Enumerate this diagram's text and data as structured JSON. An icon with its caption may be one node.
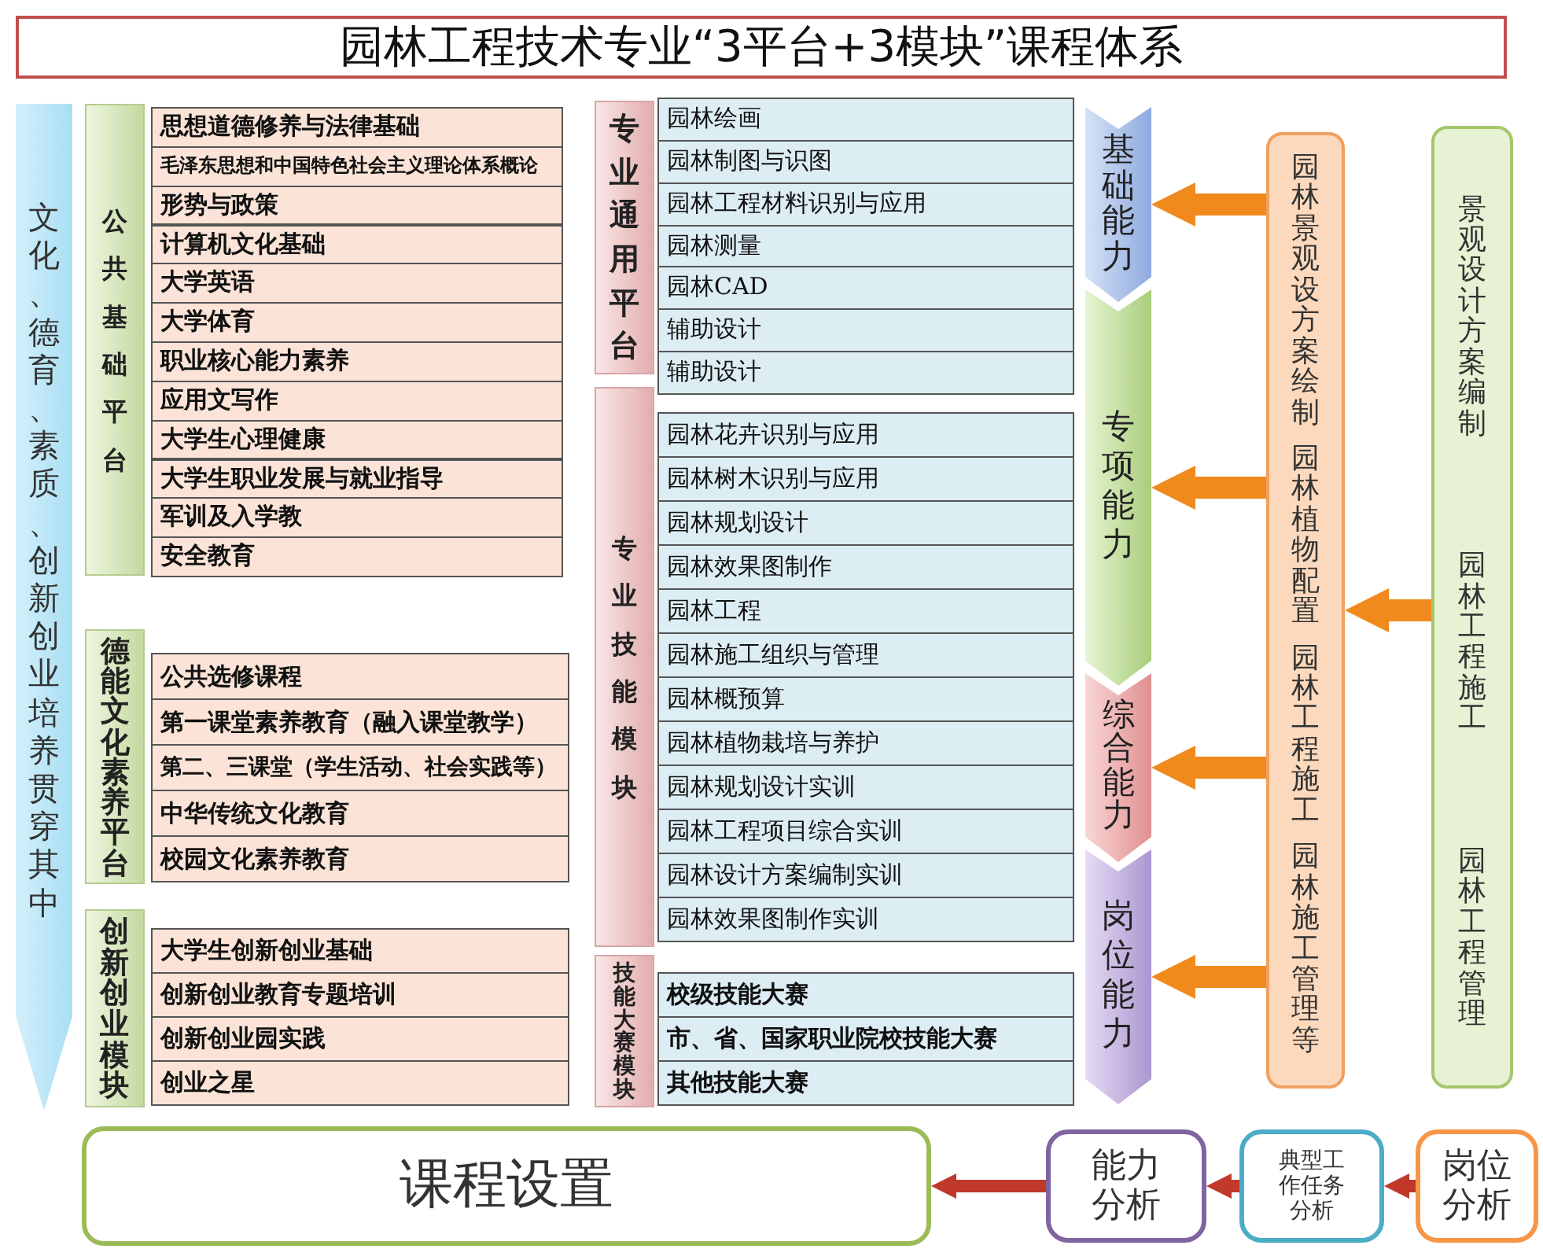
{
  "diagram": {
    "title": "园林工程技术专业“3平台+3模块”课程体系",
    "nodes": [
      {
        "text": [
          "文化、德育、素质、创新创业培养贯穿其中"
        ]
      },
      {
        "text": [
          "公共基础平台"
        ]
      },
      {
        "text": [
          "思想道德修养与法律基础"
        ]
      },
      {
        "text": [
          "毛泽东思想和中国特色社会主义理论体系概论"
        ]
      },
      {
        "text": [
          "形势与政策"
        ]
      },
      {
        "text": [
          "计算机文化基础"
        ]
      },
      {
        "text": [
          "大学英语"
        ]
      },
      {
        "text": [
          "大学体育"
        ]
      },
      {
        "text": [
          "职业核心能力素养"
        ]
      },
      {
        "text": [
          "应用文写作"
        ]
      },
      {
        "text": [
          "大学生心理健康"
        ]
      },
      {
        "text": [
          "大学生职业发展与就业指导"
        ]
      },
      {
        "text": [
          "军训及入学教"
        ]
      },
      {
        "text": [
          "安全教育"
        ]
      },
      {
        "text": [
          "德能文化素养平台"
        ]
      },
      {
        "text": [
          "公共选修课程"
        ]
      },
      {
        "text": [
          "第一课堂素养教育（融入课堂教学）"
        ]
      },
      {
        "text": [
          "第二、三课堂（学生活动、社会实践等）"
        ]
      },
      {
        "text": [
          "中华传统文化教育"
        ]
      },
      {
        "text": [
          "校园文化素养教育"
        ]
      },
      {
        "text": [
          "创新创业模块"
        ]
      },
      {
        "text": [
          "大学生创新创业基础"
        ]
      },
      {
        "text": [
          "创新创业教育专题培训"
        ]
      },
      {
        "text": [
          "创新创业园实践"
        ]
      },
      {
        "text": [
          "创业之星"
        ]
      },
      {
        "text": [
          "专业通用平台"
        ]
      },
      {
        "text": [
          "园林绘画"
        ]
      },
      {
        "text": [
          "园林制图与识图"
        ]
      },
      {
        "text": [
          "园林工程材料识别与应用"
        ]
      },
      {
        "text": [
          "园林测量"
        ]
      },
      {
        "text": [
          "园林CAD"
        ]
      },
      {
        "text": [
          "辅助设计"
        ]
      },
      {
        "text": [
          "辅助设计"
        ]
      },
      {
        "text": [
          "专业技能模块"
        ]
      },
      {
        "text": [
          "园林花卉识别与应用"
        ]
      },
      {
        "text": [
          "园林树木识别与应用"
        ]
      },
      {
        "text": [
          "园林规划设计"
        ]
      },
      {
        "text": [
          "园林效果图制作"
        ]
      },
      {
        "text": [
          "园林工程"
        ]
      },
      {
        "text": [
          "园林施工组织与管理"
        ]
      },
      {
        "text": [
          "园林概预算"
        ]
      },
      {
        "text": [
          "园林植物栽培与养护"
        ]
      },
      {
        "text": [
          "园林规划设计实训"
        ]
      },
      {
        "text": [
          "园林工程项目综合实训"
        ]
      },
      {
        "text": [
          "园林设计方案编制实训"
        ]
      },
      {
        "text": [
          "园林效果图制作实训"
        ]
      },
      {
        "text": [
          "技能大赛模块"
        ]
      },
      {
        "text": [
          "校级技能大赛"
        ]
      },
      {
        "text": [
          "市、省、国家职业院校技能大赛"
        ]
      },
      {
        "text": [
          "其他技能大赛"
        ]
      },
      {
        "text": [
          "基础能力"
        ]
      },
      {
        "text": [
          "专项能力"
        ]
      },
      {
        "text": [
          "综合能力"
        ]
      },
      {
        "text": [
          "岗位能力"
        ]
      },
      {
        "text": [
          "园林景观设方案绘制",
          "园林植物配置",
          "园林工程施工",
          "园林施工管理等"
        ]
      },
      {
        "text": [
          "景观设计方案编制",
          "园林工程施工",
          "园林工程管理"
        ]
      },
      {
        "text": [
          "课程设置"
        ]
      },
      {
        "text": [
          "能力分析"
        ]
      },
      {
        "text": [
          "典型工作任务分析"
        ]
      },
      {
        "text": [
          "岗位分析"
        ]
      }
    ],
    "edges": [
      {
        "from": 54,
        "to": 50,
        "arrow": "to"
      },
      {
        "from": 54,
        "to": 51,
        "arrow": "to"
      },
      {
        "from": 54,
        "to": 52,
        "arrow": "to"
      },
      {
        "from": 54,
        "to": 53,
        "arrow": "to"
      },
      {
        "from": 55,
        "to": 54,
        "arrow": "to"
      },
      {
        "from": 59,
        "to": 58,
        "arrow": "to",
        "color": "#c0392b"
      },
      {
        "from": 58,
        "to": 57,
        "arrow": "to",
        "color": "#c0392b"
      },
      {
        "from": 57,
        "to": 56,
        "arrow": "to",
        "color": "#c0392b"
      }
    ]
  }
}
